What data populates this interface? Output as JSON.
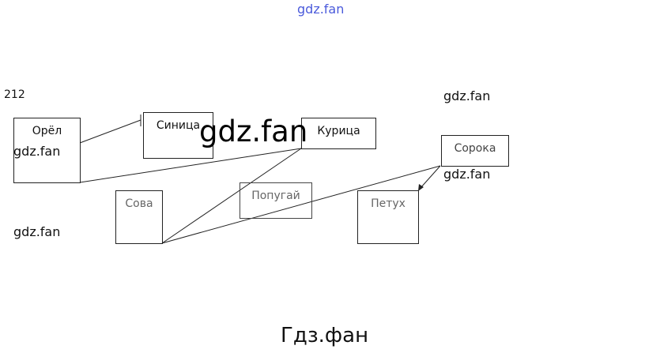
{
  "watermarks": {
    "top": "gdz.fan",
    "right_top": "gdz.fan",
    "left_mid": "gdz.fan",
    "big": "gdz.fan",
    "right_mid": "gdz.fan",
    "left_bottom": "gdz.fan",
    "bottom": "Гдз.фан"
  },
  "task_number": "212",
  "nodes": {
    "orel": "Орёл",
    "sinitsa": "Синица",
    "kuritsa": "Курица",
    "sova": "Сова",
    "popugay": "Попугай",
    "soroka": "Сорока",
    "petukh": "Петух"
  },
  "colors": {
    "top_watermark": "#4a5adb"
  }
}
